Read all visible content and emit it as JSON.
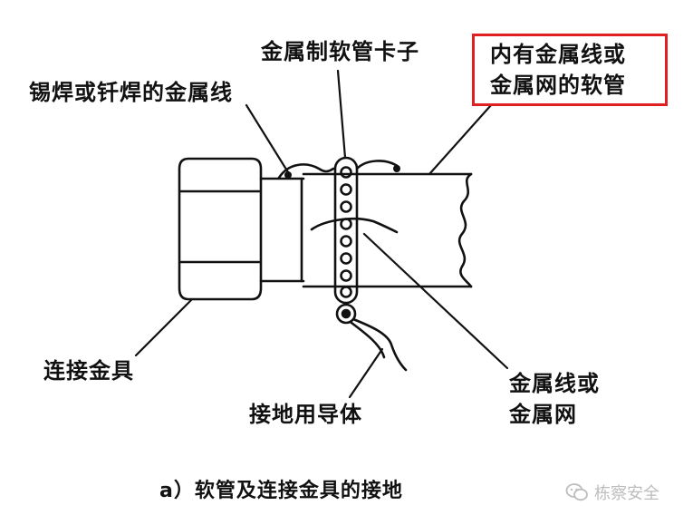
{
  "labels": {
    "clamp": "金属制软管卡子",
    "solder_wire": "锡焊或钎焊的金属线",
    "hose": [
      "内有金属线或",
      "金属网的软管"
    ],
    "connector": "连接金具",
    "ground_conductor": "接地用导体",
    "wire_mesh": [
      "金属线或",
      "金属网"
    ]
  },
  "caption": "a）软管及连接金具的接地",
  "watermark": {
    "text": "栋察安全",
    "icon": "wechat-icon"
  },
  "colors": {
    "line": "#111111",
    "highlight": "#e02020",
    "watermark": "#bdbdbd"
  }
}
